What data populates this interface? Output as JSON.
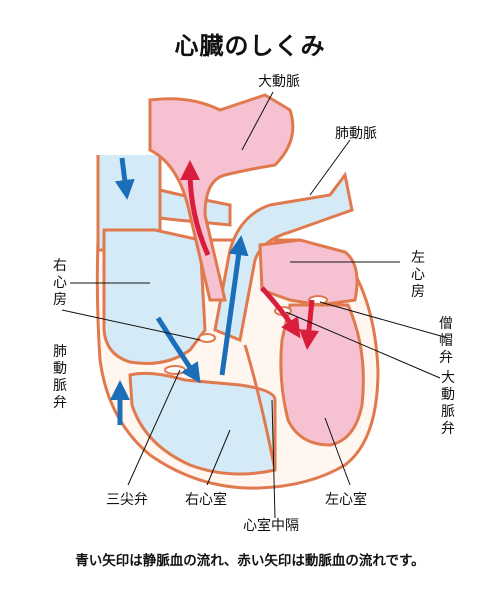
{
  "title": "心臓のしくみ",
  "labels": {
    "aorta": "大動脈",
    "pulmonary_artery": "肺動脈",
    "right_atrium": "右心房",
    "left_atrium": "左心房",
    "pulmonary_valve": "肺動脈弁",
    "mitral_valve": "僧帽弁",
    "aortic_valve": "大動脈弁",
    "tricuspid_valve": "三尖弁",
    "right_ventricle": "右心室",
    "left_ventricle": "左心室",
    "septum": "心室中隔"
  },
  "caption": "青い矢印は静脈血の流れ、赤い矢印は動脈血の流れです。",
  "colors": {
    "venous": "#1a6fb8",
    "arterial": "#d81e3c",
    "right_side_fill": "#d4eaf6",
    "left_side_fill": "#f6c2d2",
    "outline": "#e07a4e"
  }
}
